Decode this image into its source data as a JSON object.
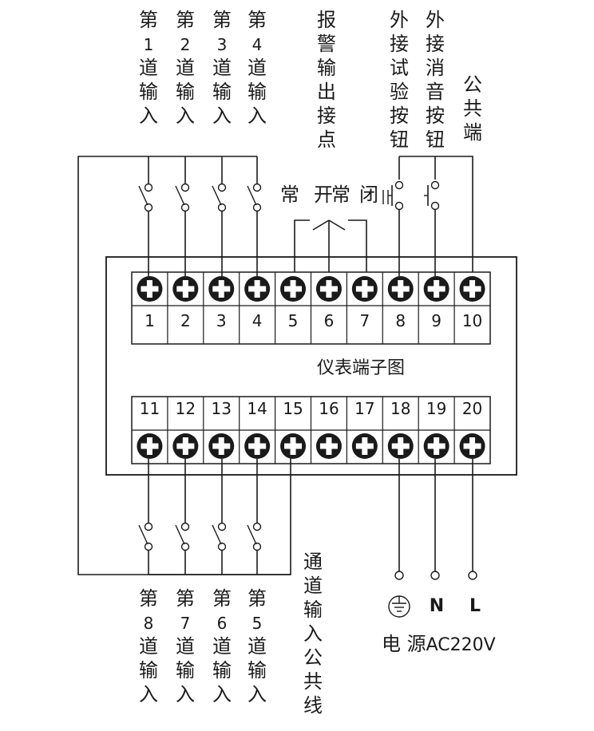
{
  "title": "仪表端子图",
  "top_labels": [
    {
      "id": "ch1",
      "chars": [
        "第",
        "1",
        "道",
        "输",
        "入"
      ]
    },
    {
      "id": "ch2",
      "chars": [
        "第",
        "2",
        "道",
        "输",
        "入"
      ]
    },
    {
      "id": "ch3",
      "chars": [
        "第",
        "3",
        "道",
        "输",
        "入"
      ]
    },
    {
      "id": "ch4",
      "chars": [
        "第",
        "4",
        "道",
        "输",
        "入"
      ]
    },
    {
      "id": "alarm-output",
      "chars": [
        "报",
        "警",
        "输",
        "出",
        "接",
        "点"
      ]
    },
    {
      "id": "test-button",
      "chars": [
        "外",
        "接",
        "试",
        "验",
        "按",
        "钮"
      ]
    },
    {
      "id": "mute-button",
      "chars": [
        "外",
        "接",
        "消",
        "音",
        "按",
        "钮"
      ]
    },
    {
      "id": "common",
      "chars": [
        "公",
        "共",
        "端"
      ]
    }
  ],
  "bottom_labels": [
    {
      "id": "ch8",
      "chars": [
        "第",
        "8",
        "道",
        "输",
        "入"
      ]
    },
    {
      "id": "ch7",
      "chars": [
        "第",
        "7",
        "道",
        "输",
        "入"
      ]
    },
    {
      "id": "ch6",
      "chars": [
        "第",
        "6",
        "道",
        "输",
        "入"
      ]
    },
    {
      "id": "ch5",
      "chars": [
        "第",
        "5",
        "道",
        "输",
        "入"
      ]
    },
    {
      "id": "input-common",
      "chars": [
        "通",
        "道",
        "输",
        "入",
        "公",
        "共",
        "线"
      ]
    }
  ],
  "contact_labels": [
    "常",
    "开",
    "常",
    "闭"
  ],
  "top_terminals": [
    "1",
    "2",
    "3",
    "4",
    "5",
    "6",
    "7",
    "8",
    "9",
    "10"
  ],
  "bottom_terminals": [
    "11",
    "12",
    "13",
    "14",
    "15",
    "16",
    "17",
    "18",
    "19",
    "20"
  ],
  "power": {
    "terminals": [
      "N",
      "L"
    ],
    "label_prefix": "电 源",
    "label_suffix": "AC220V"
  },
  "colors": {
    "line": "#1a1a1a",
    "screw": "#1a1a1a",
    "screw_cross": "#ffffff",
    "background": "#ffffff"
  }
}
